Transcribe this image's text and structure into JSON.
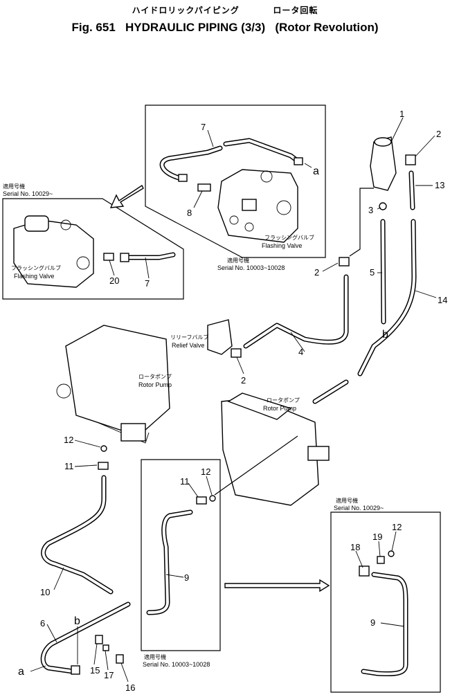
{
  "title": {
    "jp": "ハイドロリックパイピング",
    "jp_paren": "ロータ回転",
    "fig": "Fig. 651",
    "name": "HYDRAULIC PIPING (3/3)",
    "paren": "(Rotor Revolution)"
  },
  "callouts": [
    "1",
    "2",
    "13",
    "3",
    "5",
    "14",
    "2",
    "4",
    "2",
    "7",
    "8",
    "20",
    "7",
    "12",
    "11",
    "11",
    "12",
    "9",
    "10",
    "6",
    "15",
    "17",
    "16",
    "18",
    "19",
    "12",
    "9"
  ],
  "letters": [
    "a",
    "b",
    "b",
    "a"
  ],
  "serial_box_top": {
    "label_jp": "適用号機",
    "serial": "Serial No. 10003~10028"
  },
  "serial_box_left": {
    "label_jp": "適用号機",
    "serial": "Serial No. 10029~"
  },
  "serial_box_right": {
    "label_jp": "適用号機",
    "serial": "Serial No. 10029~"
  },
  "serial_box_bottom": {
    "label_jp": "適用号機",
    "serial": "Serial No. 10003~10028"
  },
  "labels": {
    "flashing_valve_jp": "フラッシングバルブ",
    "flashing_valve": "Flashing Valve",
    "relief_valve_jp": "リリーフバルブ",
    "relief_valve": "Relief Valve",
    "rotor_pump_jp": "ロータポンプ",
    "rotor_pump": "Rotor Pump"
  }
}
